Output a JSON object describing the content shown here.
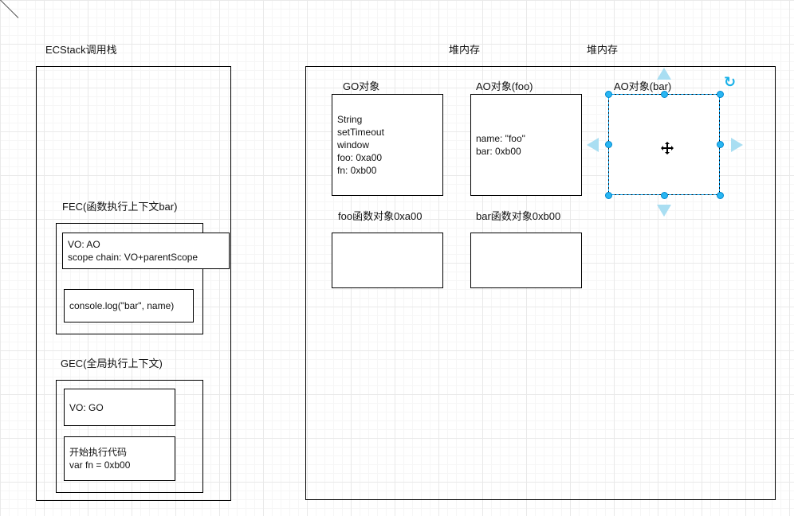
{
  "stack": {
    "title": "ECStack调用栈",
    "fec": {
      "label": "FEC(函数执行上下文bar)",
      "vo_line1": "VO: AO",
      "vo_line2": "scope chain: VO+parentScope",
      "code_line1": "console.log(\"bar\", name)"
    },
    "gec": {
      "label": "GEC(全局执行上下文)",
      "vo_line1": "VO: GO",
      "code_line1": "开始执行代码",
      "code_line2": "var fn = 0xb00"
    }
  },
  "heap": {
    "title_left": "堆内存",
    "title_right": "堆内存",
    "go": {
      "label": "GO对象",
      "lines": [
        "String",
        "setTimeout",
        "window",
        "foo: 0xa00",
        "fn: 0xb00"
      ]
    },
    "ao_foo": {
      "label": "AO对象(foo)",
      "lines": [
        "name: \"foo\"",
        "bar: 0xb00"
      ]
    },
    "ao_bar": {
      "label": "AO对象(bar)"
    },
    "foo_fn": {
      "label": "foo函数对象0xa00"
    },
    "bar_fn": {
      "label": "bar函数对象0xb00"
    }
  },
  "selection": {
    "handle_color": "#29b6f2",
    "handle_border_color": "#0088cf",
    "outline_color": "#00a8ff",
    "direction_arrow_color": "#a9def2",
    "rotate_icon": "↻"
  }
}
